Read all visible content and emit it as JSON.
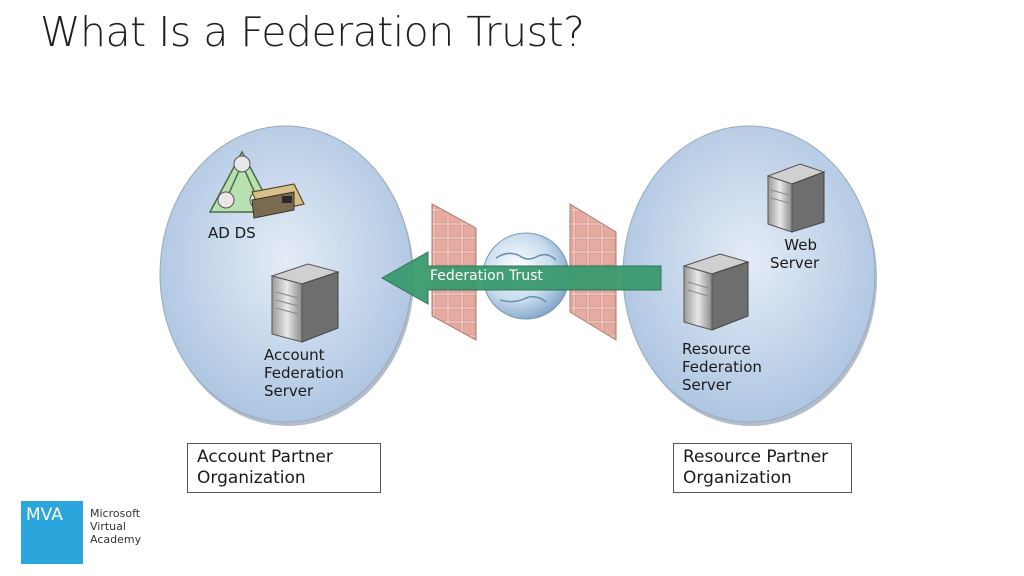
{
  "title": "What Is a Federation Trust?",
  "left_org": {
    "ad_label": "AD DS",
    "server_label_lines": [
      "Account",
      "Federation",
      "Server"
    ],
    "box_lines": [
      "Account Partner",
      "Organization"
    ]
  },
  "right_org": {
    "web_label_lines": [
      "Web",
      "Server"
    ],
    "server_label_lines": [
      "Resource",
      "Federation",
      "Server"
    ],
    "box_lines": [
      "Resource Partner",
      "Organization"
    ]
  },
  "trust_arrow": {
    "label": "Federation Trust",
    "color": "#3a9a6e"
  },
  "logo": {
    "tile": "MVA",
    "text_lines": [
      "Microsoft",
      "Virtual",
      "Academy"
    ],
    "color": "#2aa6dd"
  },
  "colors": {
    "ellipse_fill": "#b9cde6",
    "firewall": "#e8b8b0"
  }
}
